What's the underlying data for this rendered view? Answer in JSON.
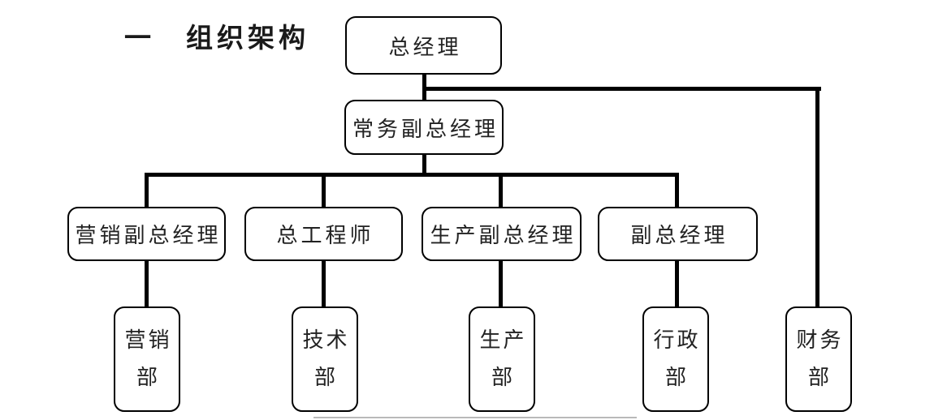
{
  "title": {
    "number": "一",
    "text": "组织架构"
  },
  "nodes": {
    "general_manager": "总经理",
    "executive_deputy_gm": "常务副总经理"
  },
  "level3": [
    "营销副总经理",
    "总工程师",
    "生产副总经理",
    "副总经理"
  ],
  "departments": [
    {
      "line1": "营销",
      "line2": "部"
    },
    {
      "line1": "技术",
      "line2": "部"
    },
    {
      "line1": "生产",
      "line2": "部"
    },
    {
      "line1": "行政",
      "line2": "部"
    },
    {
      "line1": "财务",
      "line2": "部"
    }
  ],
  "colors": {
    "line": "#000000",
    "box_border": "#000000",
    "background": "#ffffff"
  }
}
